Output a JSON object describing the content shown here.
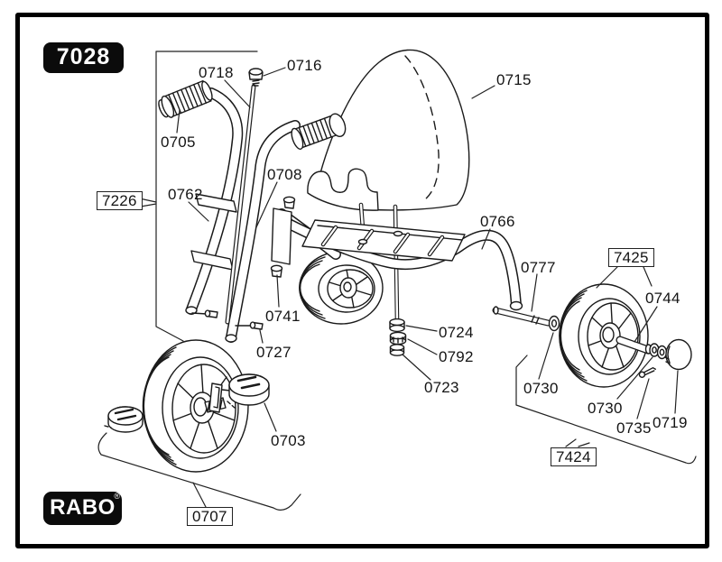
{
  "badge": {
    "model": "7028"
  },
  "brand": {
    "name": "RABO",
    "registered": "®"
  },
  "figure": {
    "subject": "tricycle exploded parts diagram"
  },
  "part_labels": [
    {
      "text": "0718",
      "boxed": false
    },
    {
      "text": "0716",
      "boxed": false
    },
    {
      "text": "0715",
      "boxed": false
    },
    {
      "text": "0705",
      "boxed": false
    },
    {
      "text": "0762",
      "boxed": false
    },
    {
      "text": "0708",
      "boxed": false
    },
    {
      "text": "7226",
      "boxed": true
    },
    {
      "text": "0766",
      "boxed": false
    },
    {
      "text": "0777",
      "boxed": false
    },
    {
      "text": "7425",
      "boxed": true
    },
    {
      "text": "0744",
      "boxed": false
    },
    {
      "text": "0724",
      "boxed": false
    },
    {
      "text": "0792",
      "boxed": false
    },
    {
      "text": "0723",
      "boxed": false
    },
    {
      "text": "0741",
      "boxed": false
    },
    {
      "text": "0727",
      "boxed": false
    },
    {
      "text": "0730",
      "boxed": false
    },
    {
      "text": "0730",
      "boxed": false
    },
    {
      "text": "0735",
      "boxed": false
    },
    {
      "text": "0719",
      "boxed": false
    },
    {
      "text": "0703",
      "boxed": false
    },
    {
      "text": "0707",
      "boxed": true
    },
    {
      "text": "7424",
      "boxed": true
    }
  ]
}
